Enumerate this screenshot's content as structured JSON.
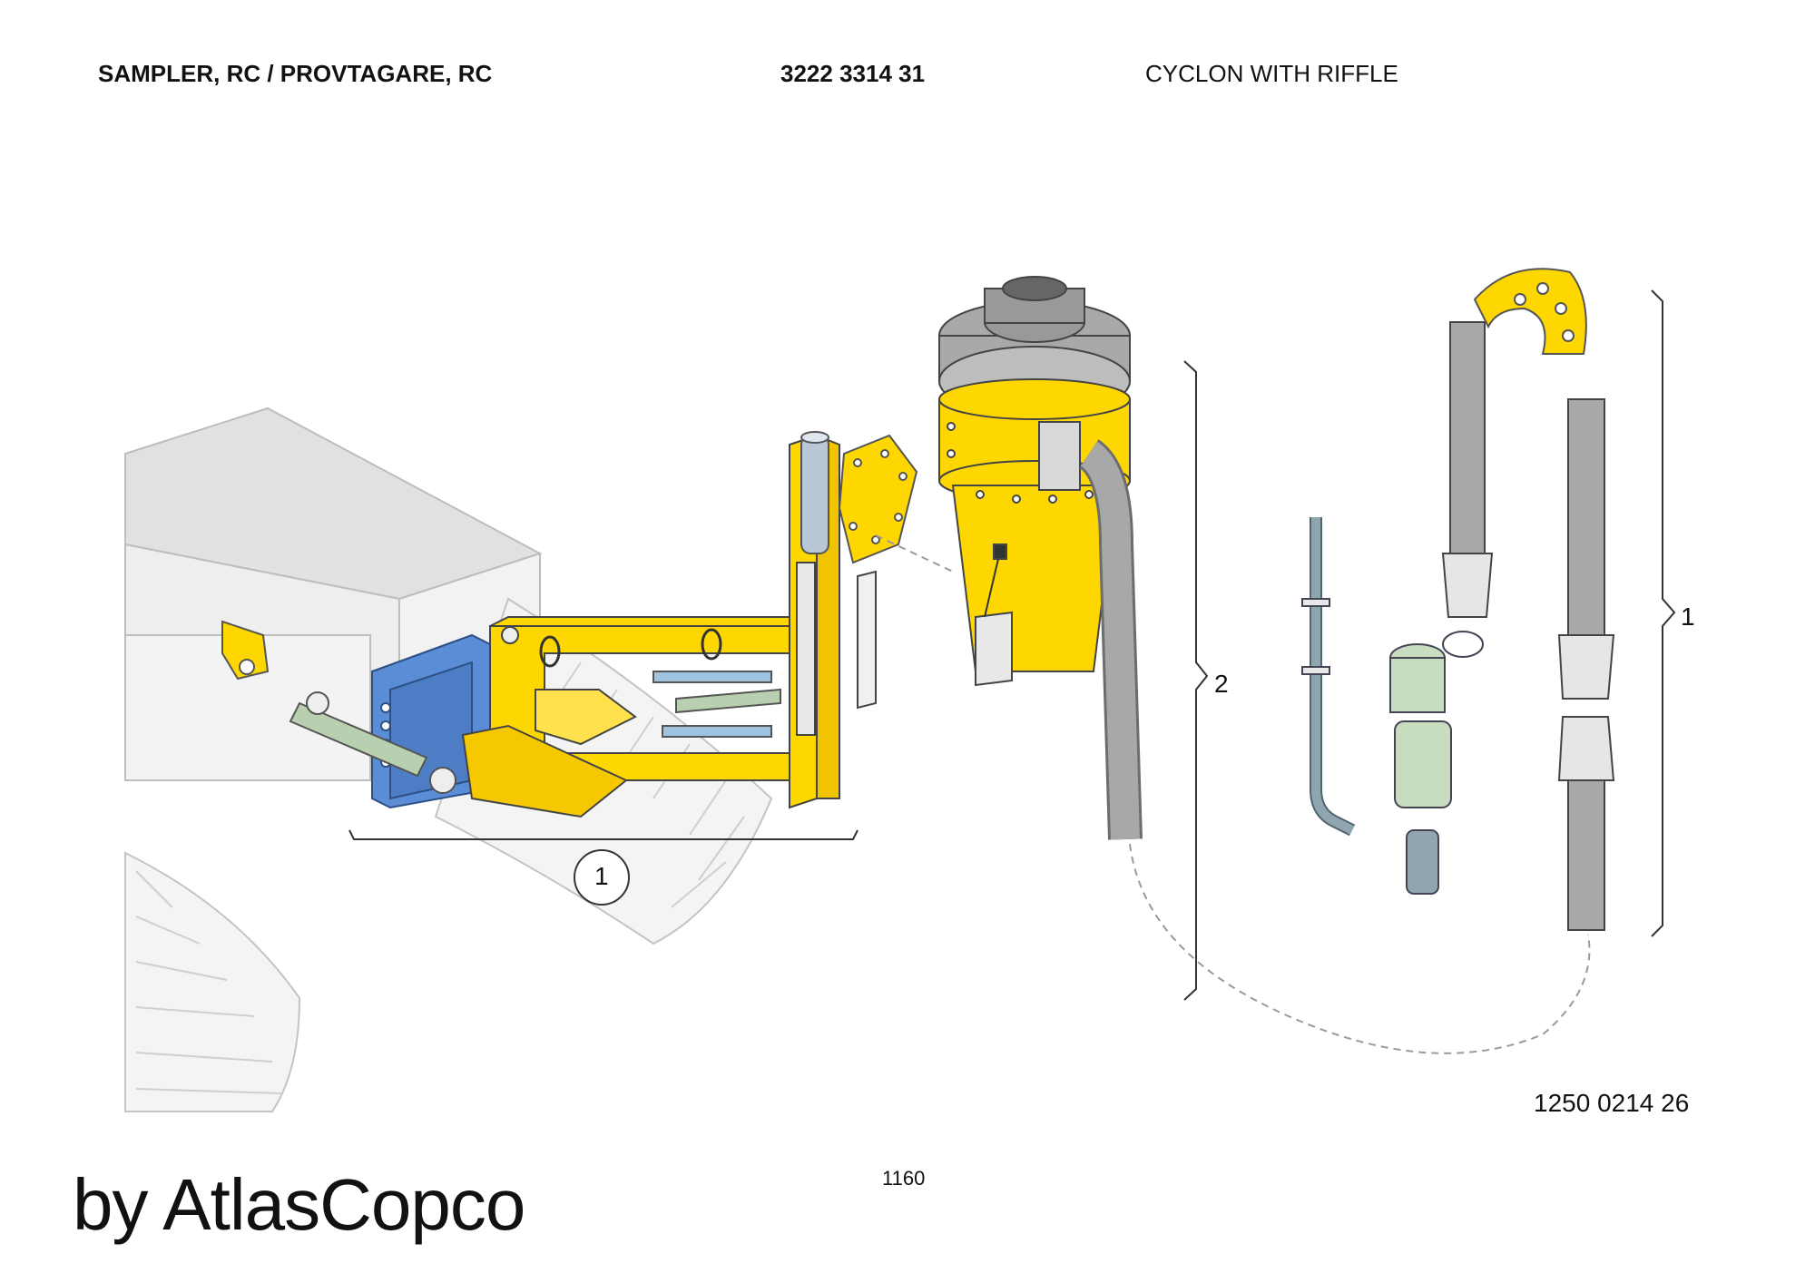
{
  "header": {
    "left_title": "SAMPLER, RC / PROVTAGARE, RC",
    "part_number": "3222 3314 31",
    "description": "CYCLON WITH RIFFLE"
  },
  "callouts": {
    "group_left": "1",
    "group_middle": "2",
    "group_right": "1"
  },
  "drawing_number": "1250 0214 26",
  "page_number": "1160",
  "brand_caption": "by AtlasCopco",
  "colors": {
    "yellow": "#FFD700",
    "grey_machine": "#D9D9D9",
    "blue_block": "#5B8DD6",
    "hose_grey": "#A8A8A8",
    "pale_green": "#C8DCC0",
    "steel_blue": "#8FA6B0"
  }
}
